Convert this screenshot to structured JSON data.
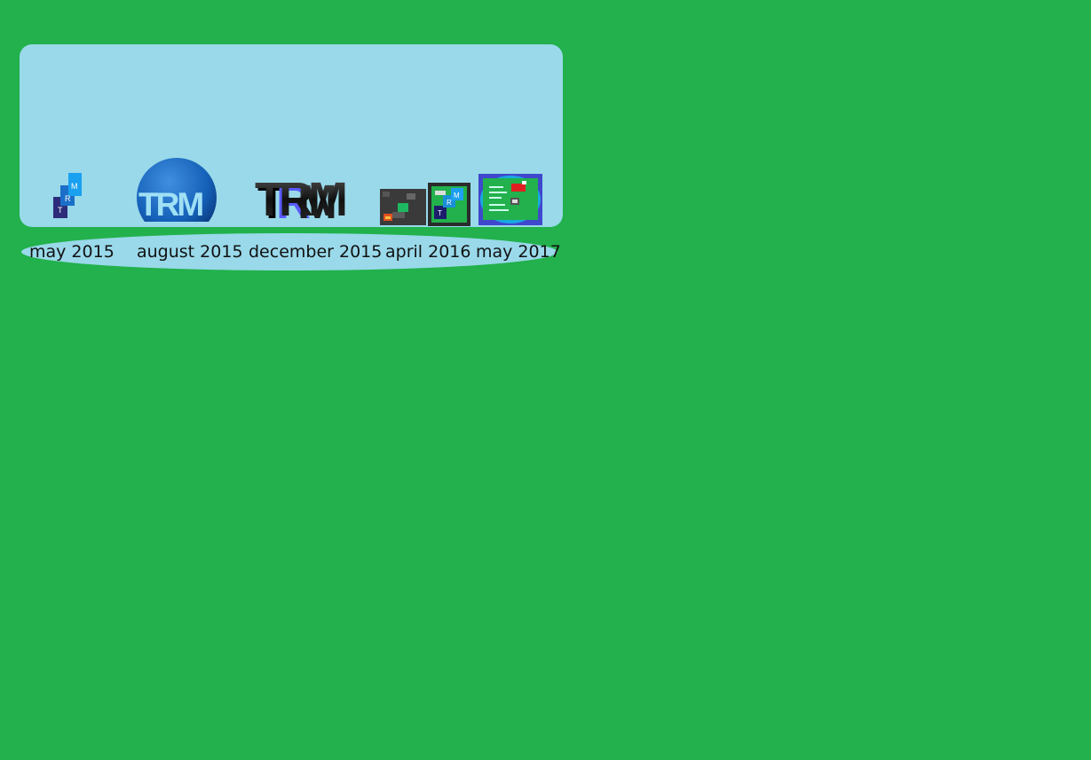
{
  "colors": {
    "background": "#22b14c",
    "panel": "#99d9ea"
  },
  "timeline": [
    {
      "date": "may 2015",
      "logo_text": "TRM",
      "logo_style": "stacked-squares"
    },
    {
      "date": "august 2015",
      "logo_text": "TRM",
      "logo_style": "blue-globe"
    },
    {
      "date": "december 2015",
      "logo_text": "TRM",
      "logo_style": "3d-black"
    },
    {
      "date": "april 2016",
      "logo_text": "TRM",
      "logo_style": "pixel-tiles"
    },
    {
      "date": "may 2017",
      "logo_text": "",
      "logo_style": "green-screen-collage"
    }
  ]
}
